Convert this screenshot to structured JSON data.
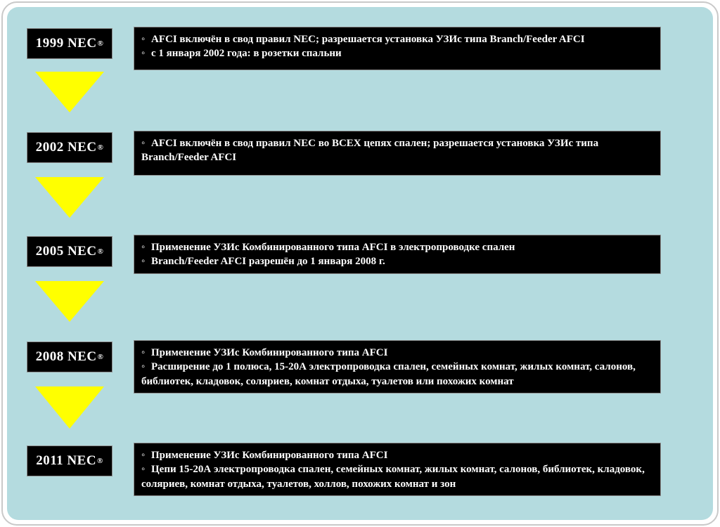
{
  "reg_mark": "®",
  "bullet_glyph": "◦",
  "colors": {
    "background": "#b4dbdf",
    "box_fill": "#000000",
    "box_text": "#ffffff",
    "arrow_fill": "#ffff00",
    "frame_border": "#c9c9c9"
  },
  "stages": [
    {
      "label": "1999 NEC",
      "bullets": [
        "AFCI включён в свод правил NEC;  разрешается  установка УЗИс типа Branch/Feeder AFCI",
        "с 1 января 2002 года: в розетки спальни"
      ]
    },
    {
      "label": "2002 NEC",
      "bullets": [
        "AFCI включён в свод правил NEC во ВСЕХ цепях спален;  разрешается  установка УЗИс типа Branch/Feeder AFCI"
      ]
    },
    {
      "label": "2005 NEC",
      "bullets": [
        "Применение УЗИс Комбинированного типа AFCI в электропроводке спален",
        "Branch/Feeder AFCI разрешён до 1 января 2008 г."
      ]
    },
    {
      "label": "2008 NEC",
      "bullets": [
        "Применение УЗИс Комбинированного типа AFCI",
        "Расширение до 1 полюса, 15-20А электропроводка спален, семейных комнат, жилых комнат, салонов, библиотек, кладовок, соляриев, комнат отдыха, туалетов или похожих комнат"
      ]
    },
    {
      "label": "2011 NEC",
      "bullets": [
        "Применение УЗИс Комбинированного типа AFCI",
        "Цепи 15-20А электропроводка спален, семейных комнат, жилых комнат, салонов, библиотек, кладовок, соляриев, комнат отдыха, туалетов, холлов, похожих комнат и зон"
      ]
    }
  ]
}
